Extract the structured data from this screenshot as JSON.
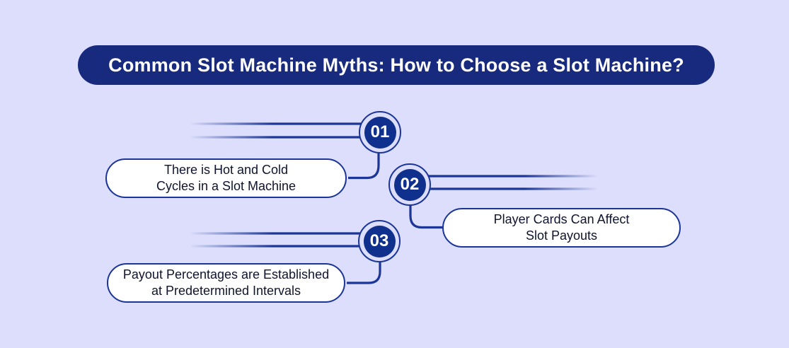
{
  "title": "Common Slot Machine Myths: How to Choose a Slot Machine?",
  "colors": {
    "background": "#dcdefb",
    "banner_bg": "#182a7e",
    "banner_text": "#ffffff",
    "circle_bg": "#10308d",
    "circle_text": "#ffffff",
    "line": "#1b3698",
    "bubble_bg": "#ffffff",
    "bubble_border": "#1b3698",
    "bubble_text": "#10142c"
  },
  "items": [
    {
      "number": "01",
      "line1": "There is Hot and Cold",
      "line2": "Cycles in a Slot Machine"
    },
    {
      "number": "02",
      "line1": "Player Cards Can Affect",
      "line2": "Slot Payouts"
    },
    {
      "number": "03",
      "line1": "Payout Percentages are Established",
      "line2": "at Predetermined Intervals"
    }
  ]
}
